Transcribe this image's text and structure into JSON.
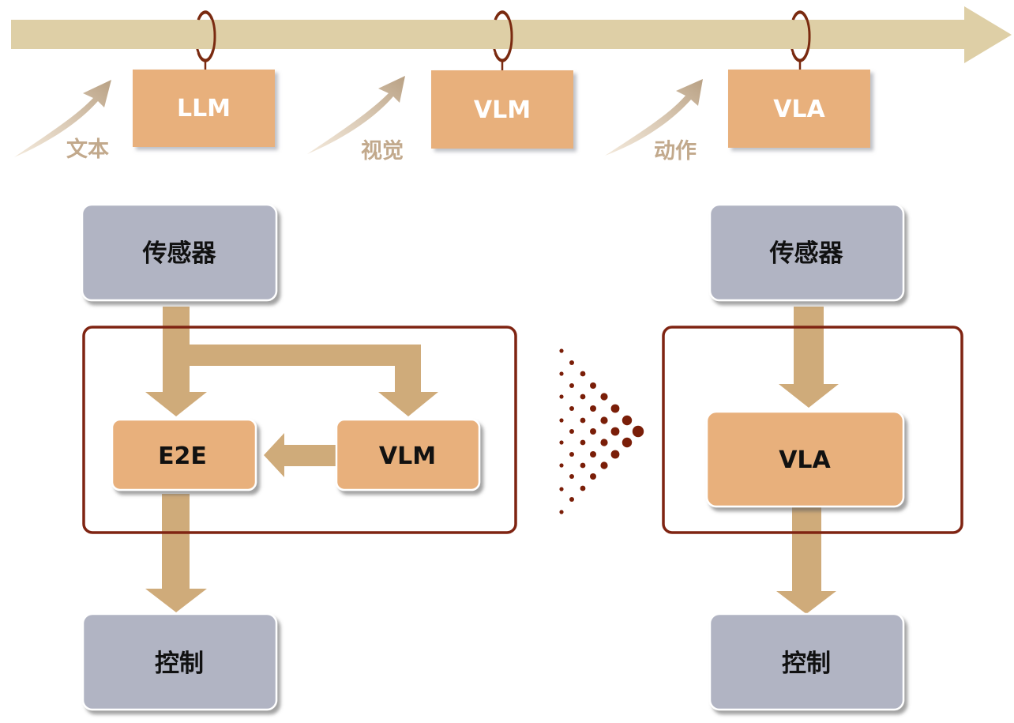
{
  "colors": {
    "timeline": "#decfa6",
    "ring": "#7a2a10",
    "orange_box": "#e8b07c",
    "gray_box": "#b1b4c3",
    "flow_arrow": "#cfab7a",
    "frame": "#7f2412",
    "dots": "#7a1e08",
    "category_arrow": "#c2a98c",
    "category_text": "#c2a98c"
  },
  "timeline": {
    "stages": [
      {
        "category": "文本",
        "model": "LLM"
      },
      {
        "category": "视觉",
        "model": "VLM"
      },
      {
        "category": "动作",
        "model": "VLA"
      }
    ]
  },
  "left_pipeline": {
    "sensor": "传感器",
    "e2e": "E2E",
    "vlm": "VLM",
    "control": "控制"
  },
  "right_pipeline": {
    "sensor": "传感器",
    "vla": "VLA",
    "control": "控制"
  },
  "transition_icon": "dotted-triangle-arrow-icon"
}
